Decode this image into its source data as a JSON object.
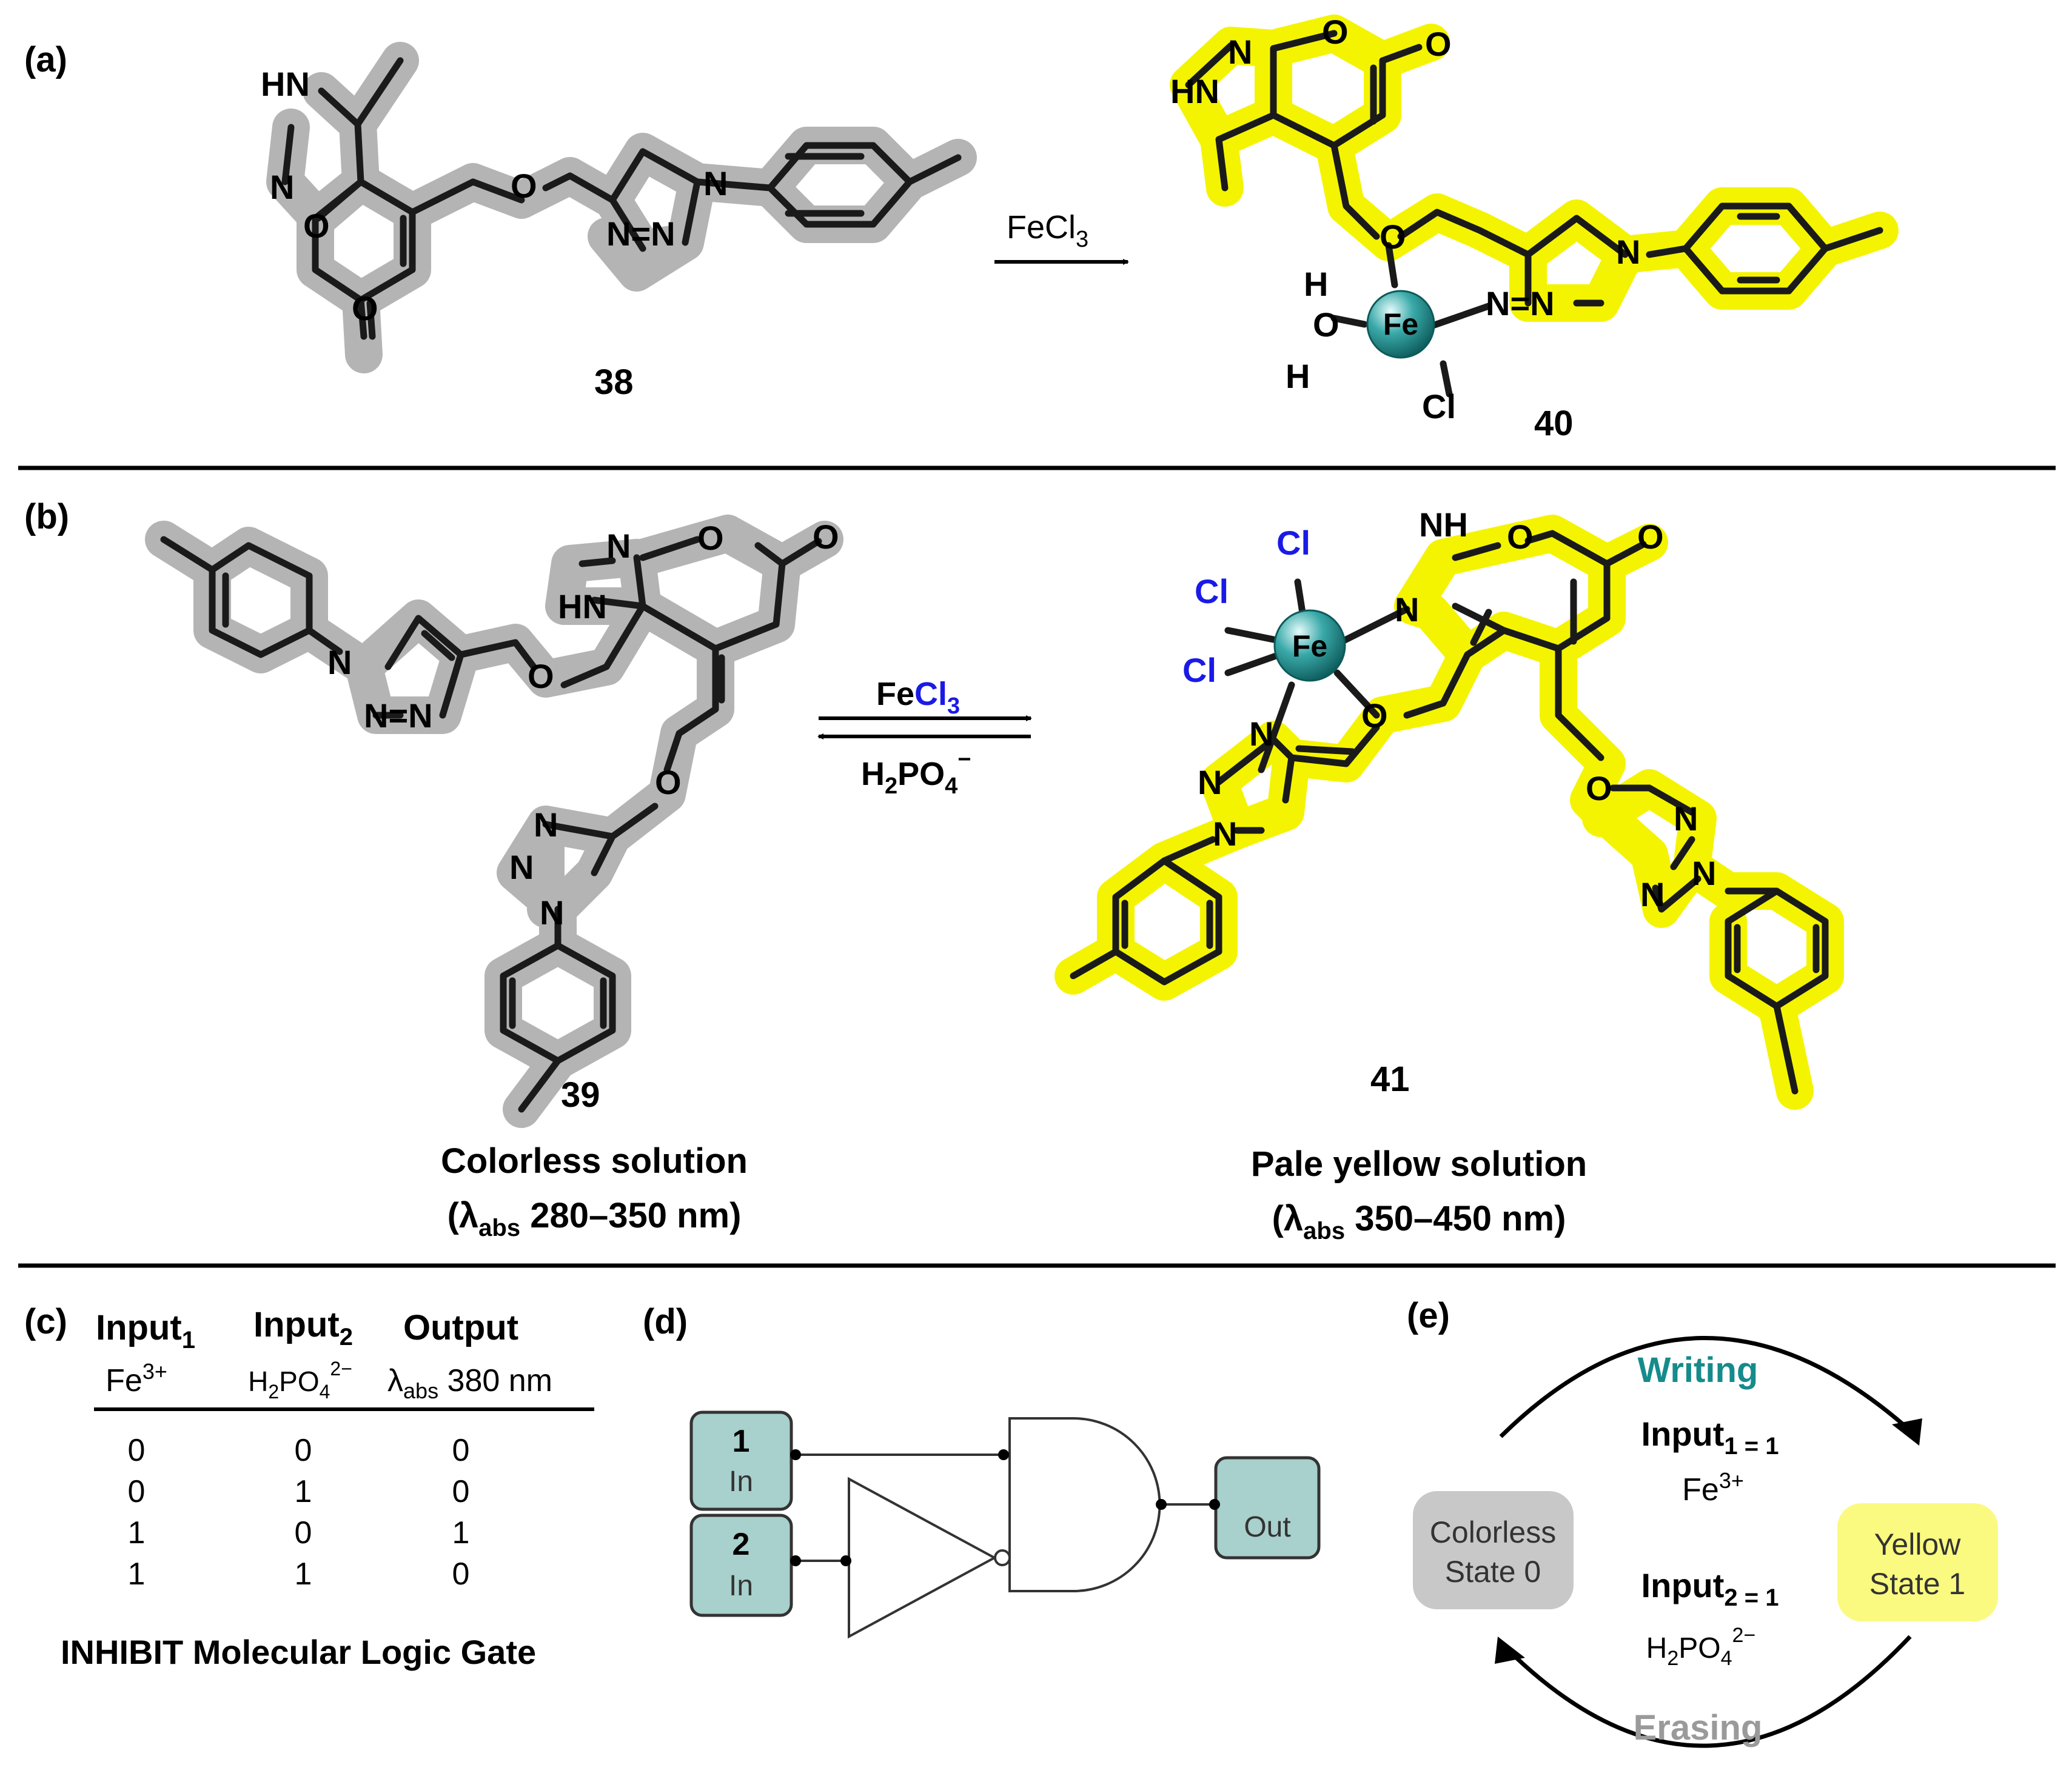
{
  "colors": {
    "gray_halo": "#b4b4b4",
    "yellow_halo": "#f4f400",
    "iron_teal": "#1a8a8a",
    "blue_cl": "#1a1ae6",
    "teal_text": "#168b8b",
    "gray_text": "#9a9a9a",
    "gate_box": "#a8d0cc",
    "state0_fill": "#c8c8c8",
    "state1_fill": "#fafa80"
  },
  "panel_a": {
    "label": "(a)",
    "compound_38": "38",
    "compound_40": "40",
    "reagent": "FeCl",
    "reagent_sub": "3",
    "atoms": {
      "HN": "HN",
      "N": "N",
      "O": "O",
      "Fe": "Fe",
      "Cl": "Cl",
      "H": "H",
      "NNN": "N=N",
      "N1": "N"
    }
  },
  "panel_b": {
    "label": "(b)",
    "compound_39": "39",
    "compound_41": "41",
    "forward_reagent_fe": "Fe",
    "forward_reagent_cl": "Cl",
    "forward_reagent_sub": "3",
    "reverse_reagent_h": "H",
    "reverse_reagent_h_sub": "2",
    "reverse_reagent_po": "PO",
    "reverse_reagent_po_sub": "4",
    "reverse_reagent_sup": "−",
    "left_caption_1": "Colorless solution",
    "left_caption_2_open": "(λ",
    "left_caption_2_sub": "abs",
    "left_caption_2_rest": " 280–350 nm)",
    "right_caption_1": "Pale yellow solution",
    "right_caption_2_open": "(λ",
    "right_caption_2_sub": "abs",
    "right_caption_2_rest": " 350–450 nm)",
    "atoms": {
      "HN": "HN",
      "NH": "NH",
      "N": "N",
      "O": "O",
      "Fe": "Fe",
      "Cl": "Cl"
    }
  },
  "panel_c": {
    "label": "(c)",
    "headers": [
      {
        "main": "Input",
        "sub": "1"
      },
      {
        "main": "Input",
        "sub": "2"
      },
      {
        "main": "Output",
        "sub": ""
      }
    ],
    "subheaders": {
      "fe": "Fe",
      "fe_sup": "3+",
      "h": "H",
      "h_sub": "2",
      "po": "PO",
      "po_sub": "4",
      "po_sup": "2−",
      "lambda": "λ",
      "lambda_sub": "abs",
      "lambda_rest": " 380 nm"
    },
    "rows": [
      [
        "0",
        "0",
        "0"
      ],
      [
        "0",
        "1",
        "0"
      ],
      [
        "1",
        "0",
        "1"
      ],
      [
        "1",
        "1",
        "0"
      ]
    ],
    "caption": "INHIBIT Molecular Logic Gate"
  },
  "panel_d": {
    "label": "(d)",
    "input1_num": "1",
    "input1_text": "In",
    "input2_num": "2",
    "input2_text": "In",
    "output_text": "Out"
  },
  "panel_e": {
    "label": "(e)",
    "writing": "Writing",
    "erasing": "Erasing",
    "input1_main": "Input",
    "input1_sub": "1 = 1",
    "input1_species": "Fe",
    "input1_species_sup": "3+",
    "input2_main": "Input",
    "input2_sub": "2 = 1",
    "input2_h": "H",
    "input2_h_sub": "2",
    "input2_po": "PO",
    "input2_po_sub": "4",
    "input2_sup": "2−",
    "state0_line1": "Colorless",
    "state0_line2": "State 0",
    "state1_line1": "Yellow",
    "state1_line2": "State 1"
  }
}
